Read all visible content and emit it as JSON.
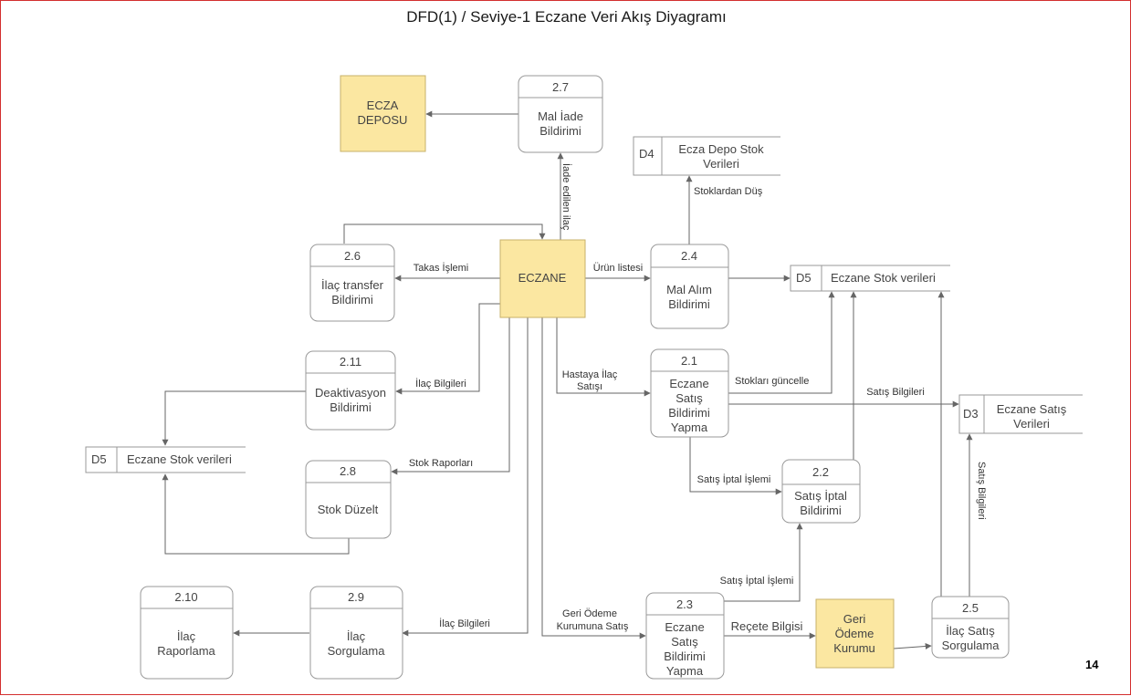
{
  "title": "DFD(1) / Seviye-1 Eczane Veri Akış Diyagramı",
  "page_number": "14",
  "colors": {
    "entity_fill": "#fbe7a1",
    "entity_stroke": "#c7b06a",
    "box_stroke": "#999999",
    "line": "#666666",
    "frame": "#d32f2f"
  },
  "entities": {
    "eczane": {
      "lines": [
        "ECZANE"
      ]
    },
    "ecza_deposu": {
      "lines": [
        "ECZA",
        "DEPOSU"
      ]
    },
    "geri_odeme": {
      "lines": [
        "Geri",
        "Ödeme",
        "Kurumu"
      ]
    }
  },
  "processes": {
    "p27": {
      "id": "2.7",
      "lines": [
        "Mal İade",
        "Bildirimi"
      ]
    },
    "p26": {
      "id": "2.6",
      "lines": [
        "İlaç transfer",
        "Bildirimi"
      ]
    },
    "p24": {
      "id": "2.4",
      "lines": [
        "Mal Alım",
        "Bildirimi"
      ]
    },
    "p21": {
      "id": "2.1",
      "lines": [
        "Eczane",
        "Satış",
        "Bildirimi",
        "Yapma"
      ]
    },
    "p211": {
      "id": "2.11",
      "lines": [
        "Deaktivasyon",
        "Bildirimi"
      ]
    },
    "p28": {
      "id": "2.8",
      "lines": [
        "Stok Düzelt"
      ]
    },
    "p22": {
      "id": "2.2",
      "lines": [
        "Satış İptal",
        "Bildirimi"
      ]
    },
    "p210": {
      "id": "2.10",
      "lines": [
        "İlaç",
        "Raporlama"
      ]
    },
    "p29": {
      "id": "2.9",
      "lines": [
        "İlaç",
        "Sorgulama"
      ]
    },
    "p23": {
      "id": "2.3",
      "lines": [
        "Eczane",
        "Satış",
        "Bildirimi",
        "Yapma"
      ]
    },
    "p25": {
      "id": "2.5",
      "lines": [
        "İlaç Satış",
        "Sorgulama"
      ]
    }
  },
  "stores": {
    "d4": {
      "id": "D4",
      "lines": [
        "Ecza Depo Stok",
        "Verileri"
      ]
    },
    "d5_right": {
      "id": "D5",
      "lines": [
        "Eczane Stok verileri"
      ]
    },
    "d3": {
      "id": "D3",
      "lines": [
        "Eczane Satış",
        "Verileri"
      ]
    },
    "d5_left": {
      "id": "D5",
      "lines": [
        "Eczane Stok verileri"
      ]
    }
  },
  "flows": {
    "iade": [
      "İade edilen ilaç"
    ],
    "takas": [
      "Takas İşlemi"
    ],
    "urun": [
      "Ürün listesi"
    ],
    "stoklardan": [
      "Stoklardan Düş"
    ],
    "hastaya": [
      "Hastaya İlaç",
      "Satışı"
    ],
    "stoklari": [
      "Stokları güncelle"
    ],
    "satis_bilgileri_h": [
      "Satış Bilgileri"
    ],
    "ilac_bilgileri_1": [
      "İlaç Bilgileri"
    ],
    "stok_raporlari": [
      "Stok Raporları"
    ],
    "satis_iptal_1": [
      "Satış İptal İşlemi"
    ],
    "satis_iptal_2": [
      "Satış İptal İşlemi"
    ],
    "geri_odeme_flow": [
      "Geri Ödeme",
      "Kurumuna Satış"
    ],
    "ilac_bilgileri_2": [
      "İlaç Bilgileri"
    ],
    "recete": [
      "Reçete Bilgisi"
    ],
    "satis_bilgileri_v": [
      "Satış Bilgileri"
    ]
  }
}
